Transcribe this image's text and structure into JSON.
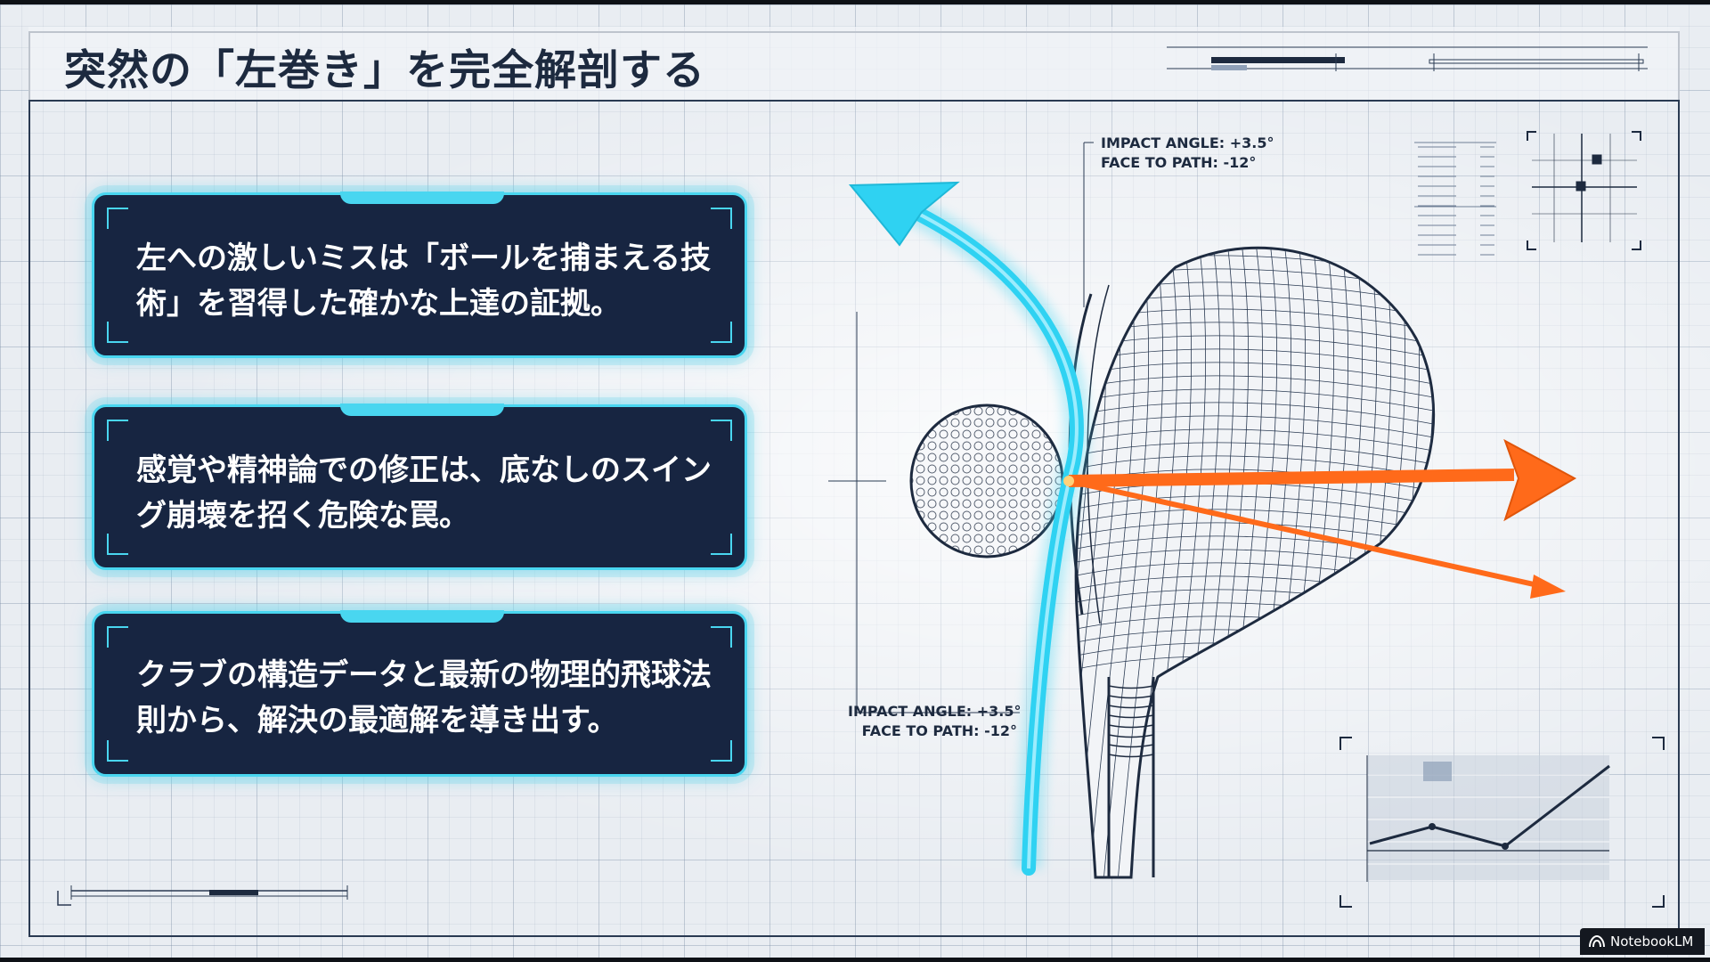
{
  "header": {
    "title": "突然の「左巻き」を完全解剖する"
  },
  "cards": [
    {
      "text": "左への激しいミスは「ボールを捕まえる技術」を習得した確かな上達の証拠。"
    },
    {
      "text": "感覚や精神論での修正は、底なしのスイング崩壊を招く危険な罠。"
    },
    {
      "text": "クラブの構造データと最新の物理的飛球法則から、解決の最適解を導き出す。"
    }
  ],
  "annotations": {
    "top": "IMPACT ANGLE: +3.5°\nFACE TO PATH: -12°",
    "bottom": "IMPACT ANGLE: +3.5°\nFACE TO PATH: -12°"
  },
  "colors": {
    "background": "#e9edf2",
    "panel": "#172541",
    "cyan_accent": "#49d6f0",
    "orange_arrow": "#ff6a1a",
    "line": "#1d2a3f"
  },
  "icons": [
    "notebooklm-logo-icon"
  ],
  "footer": {
    "brand": "NotebookLM"
  }
}
